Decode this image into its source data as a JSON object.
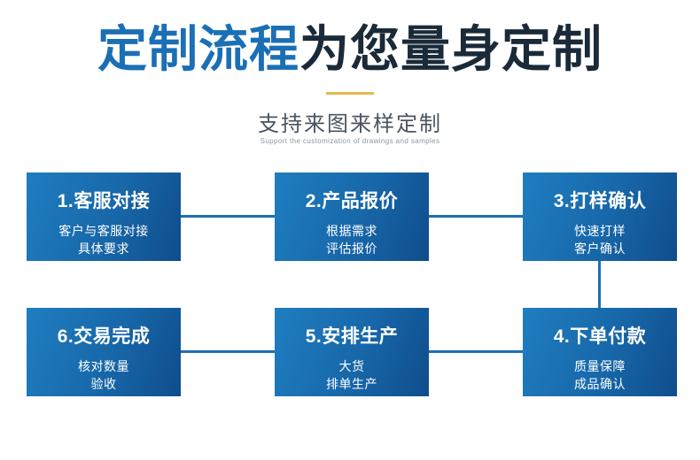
{
  "header": {
    "title_highlight": "定制流程",
    "title_rest": "为您量身定制",
    "subtitle": "支持来图来样定制",
    "subtitle_en": "Support the customization of drawings and samples",
    "accent_color": "#1b6fb5",
    "underline_color": "#e8b84b",
    "dark_color": "#1a2a38"
  },
  "flow": {
    "steps": [
      {
        "id": "step-1",
        "head": "1.客服对接",
        "line1": "客户与客服对接",
        "line2": "具体要求"
      },
      {
        "id": "step-2",
        "head": "2.产品报价",
        "line1": "根据需求",
        "line2": "评估报价"
      },
      {
        "id": "step-3",
        "head": "3.打样确认",
        "line1": "快速打样",
        "line2": "客户确认"
      },
      {
        "id": "step-4",
        "head": "4.下单付款",
        "line1": "质量保障",
        "line2": "成品确认"
      },
      {
        "id": "step-5",
        "head": "5.安排生产",
        "line1": "大货",
        "line2": "排单生产"
      },
      {
        "id": "step-6",
        "head": "6.交易完成",
        "line1": "核对数量",
        "line2": "验收"
      }
    ]
  }
}
